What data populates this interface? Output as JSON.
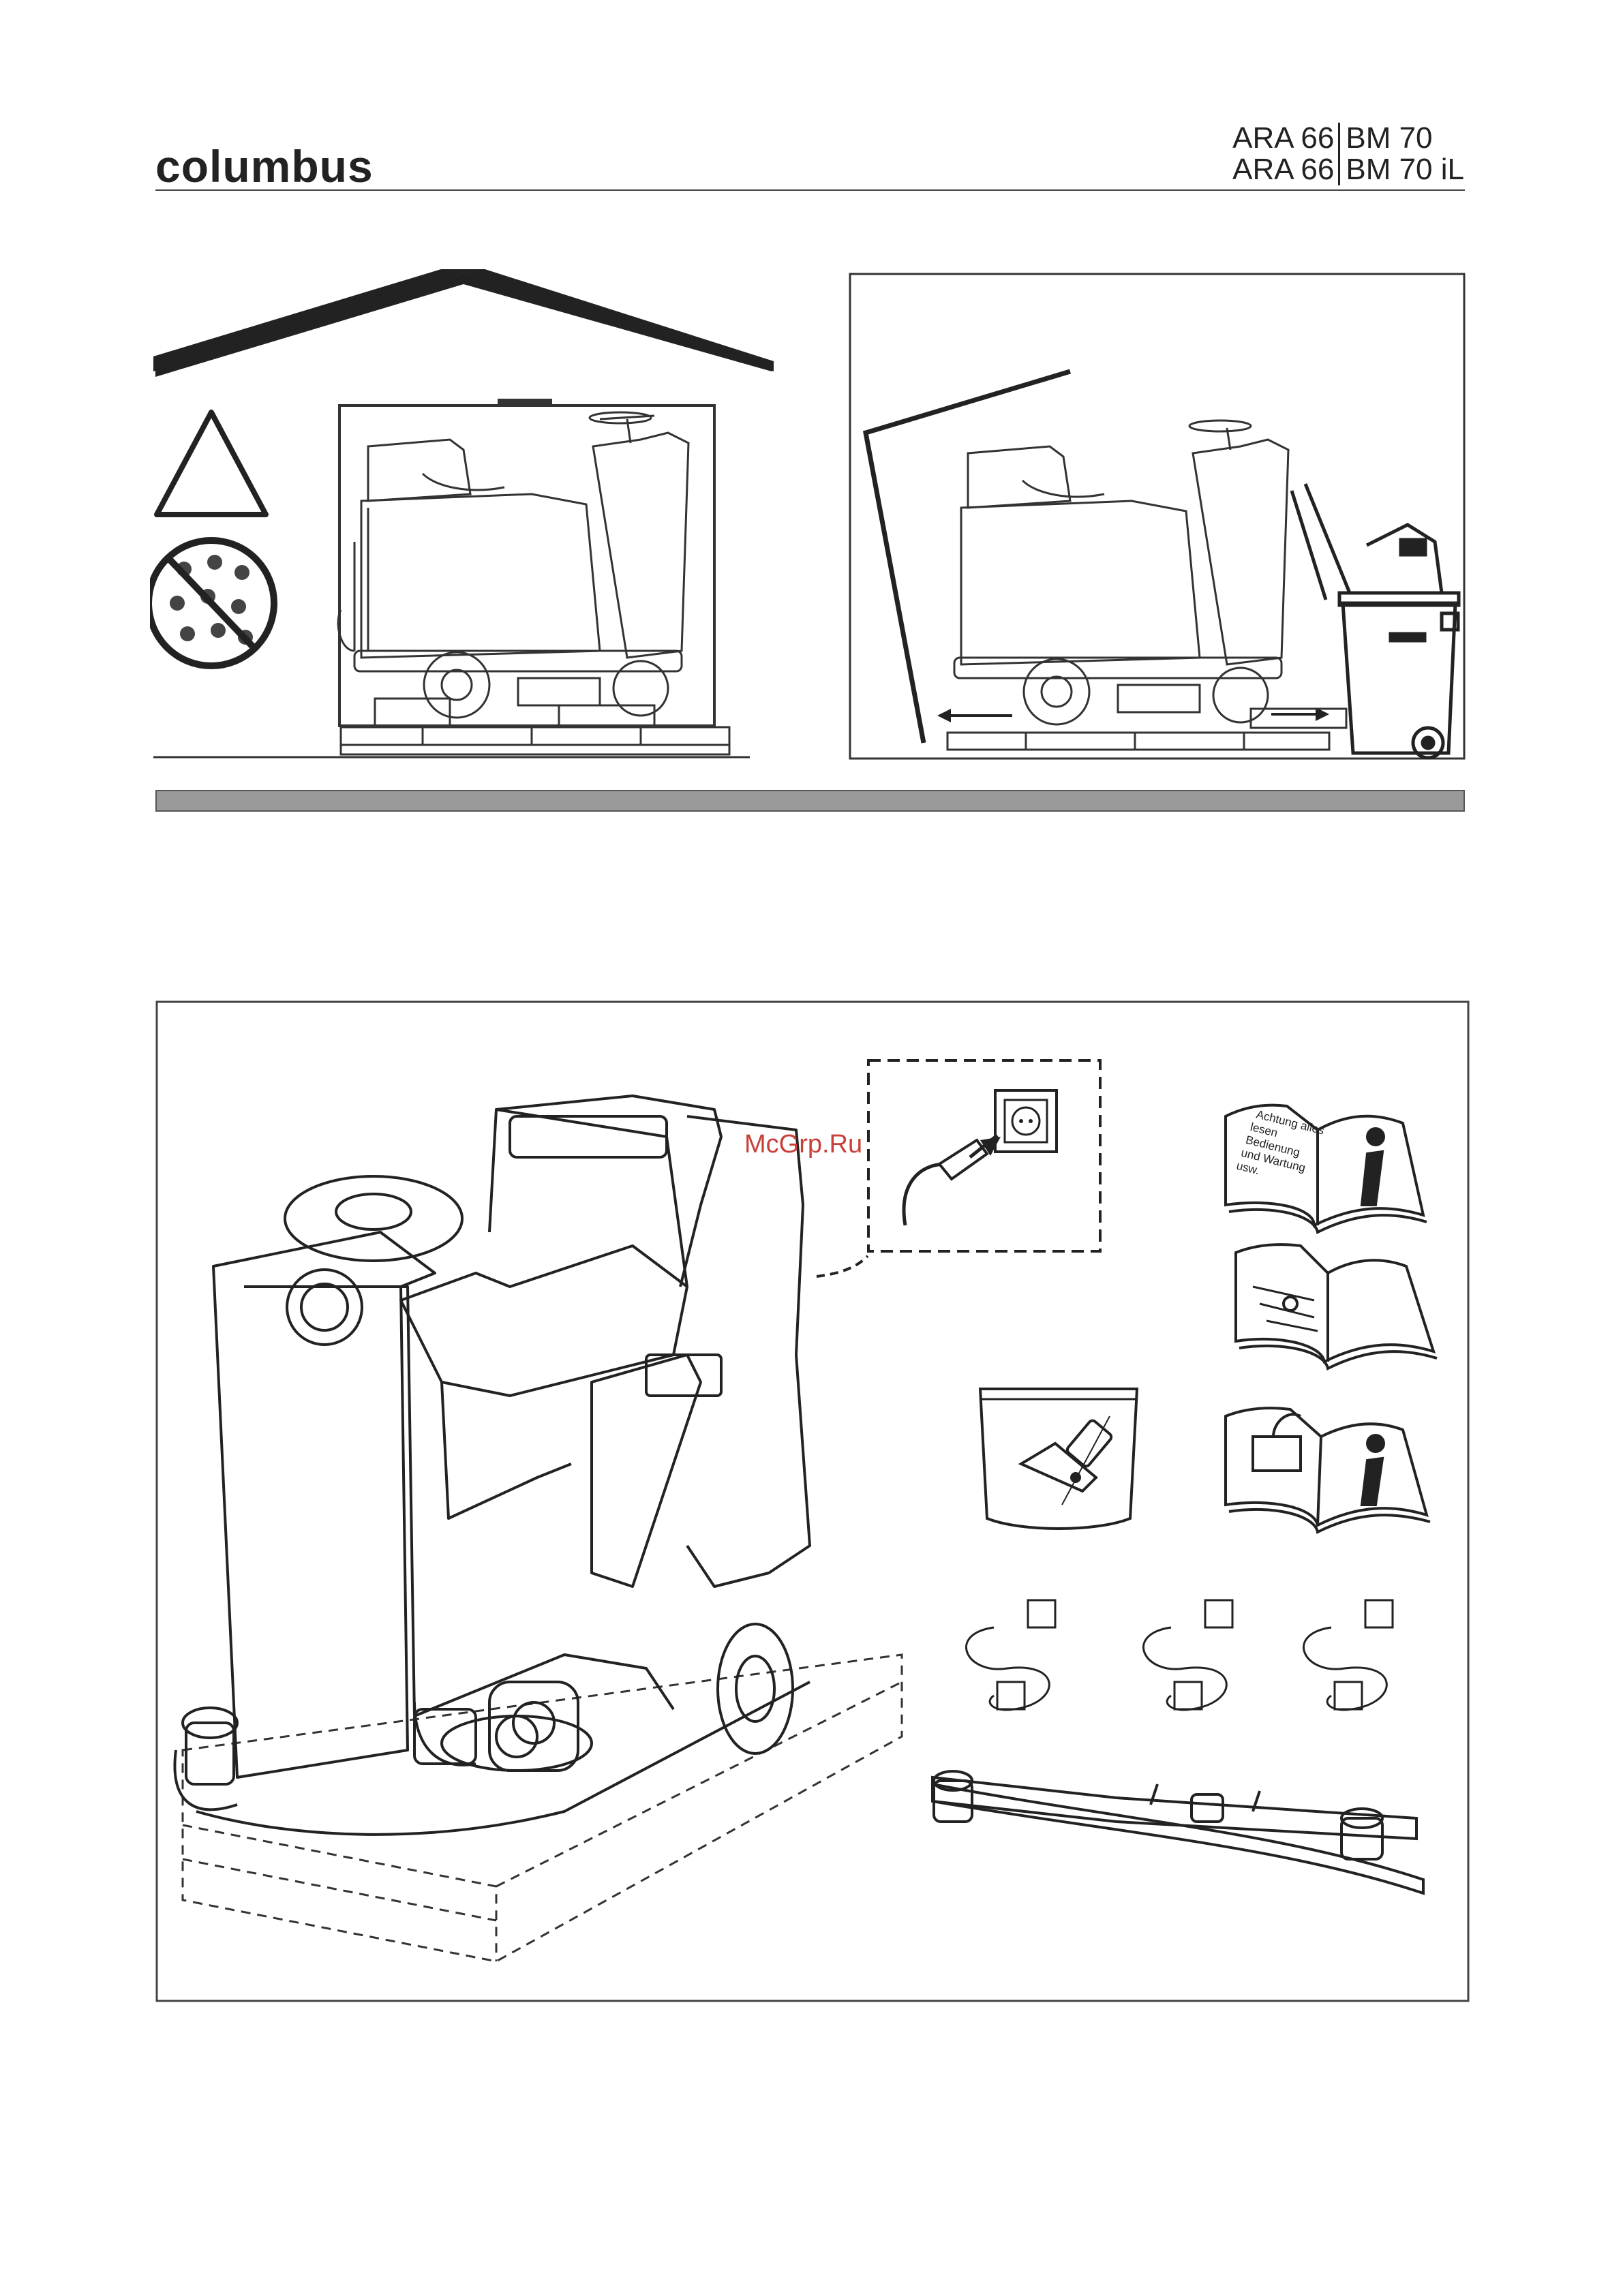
{
  "header": {
    "brand": "columbus",
    "model_rows": [
      {
        "left": "ARA 66",
        "right": "BM 70"
      },
      {
        "left": "ARA 66",
        "right": "BM 70 iL"
      }
    ]
  },
  "manual_note": {
    "line1": "Achtung alles",
    "line2": "lesen",
    "line3": "Bedienung",
    "line4": "und Wartung",
    "line5": "usw."
  },
  "watermark": "McGrp.Ru"
}
